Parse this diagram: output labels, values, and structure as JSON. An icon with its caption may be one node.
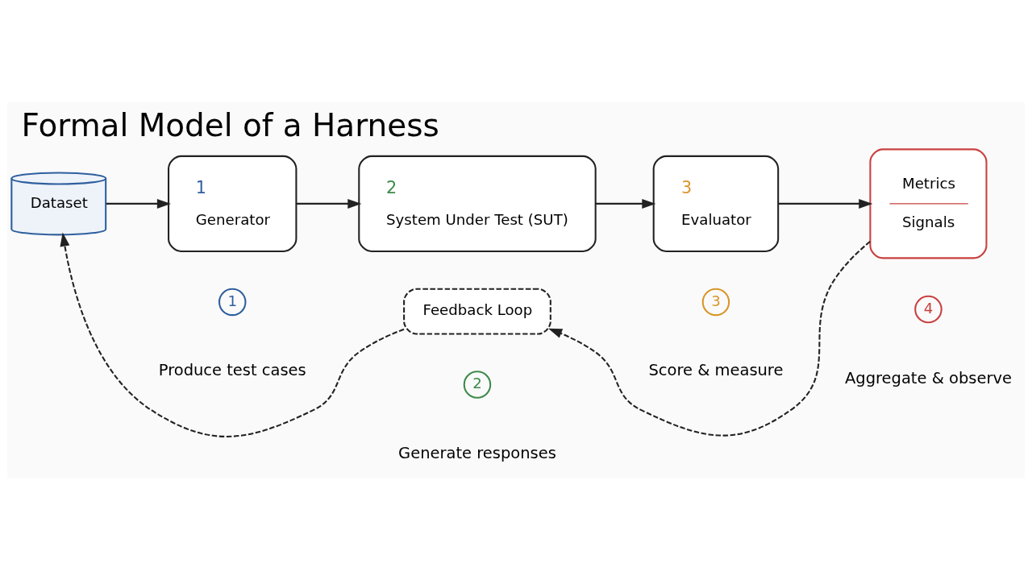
{
  "diagram": {
    "title": "Formal Model of a Harness",
    "nodes": [
      {
        "text": [
          "Dataset"
        ]
      },
      {
        "text": [
          "1",
          "Generator"
        ]
      },
      {
        "text": [
          "2",
          "System Under Test (SUT)"
        ]
      },
      {
        "text": [
          "3",
          "Evaluator"
        ]
      },
      {
        "text": [
          "Metrics",
          "Signals"
        ]
      },
      {
        "text": [
          "Feedback Loop"
        ]
      }
    ],
    "edges": [
      {
        "from": 0,
        "to": 1,
        "arrow": "to"
      },
      {
        "from": 1,
        "to": 2,
        "arrow": "to"
      },
      {
        "from": 2,
        "to": 3,
        "arrow": "to"
      },
      {
        "from": 3,
        "to": 4,
        "arrow": "to"
      },
      {
        "from": 4,
        "to": 5,
        "arrow": "to",
        "style": "dashed"
      },
      {
        "from": 5,
        "to": 0,
        "arrow": "to",
        "style": "dashed"
      }
    ],
    "labels": [
      "1",
      "Produce test cases",
      "2",
      "Generate responses",
      "3",
      "Score & measure",
      "4",
      "Aggregate & observe"
    ]
  }
}
